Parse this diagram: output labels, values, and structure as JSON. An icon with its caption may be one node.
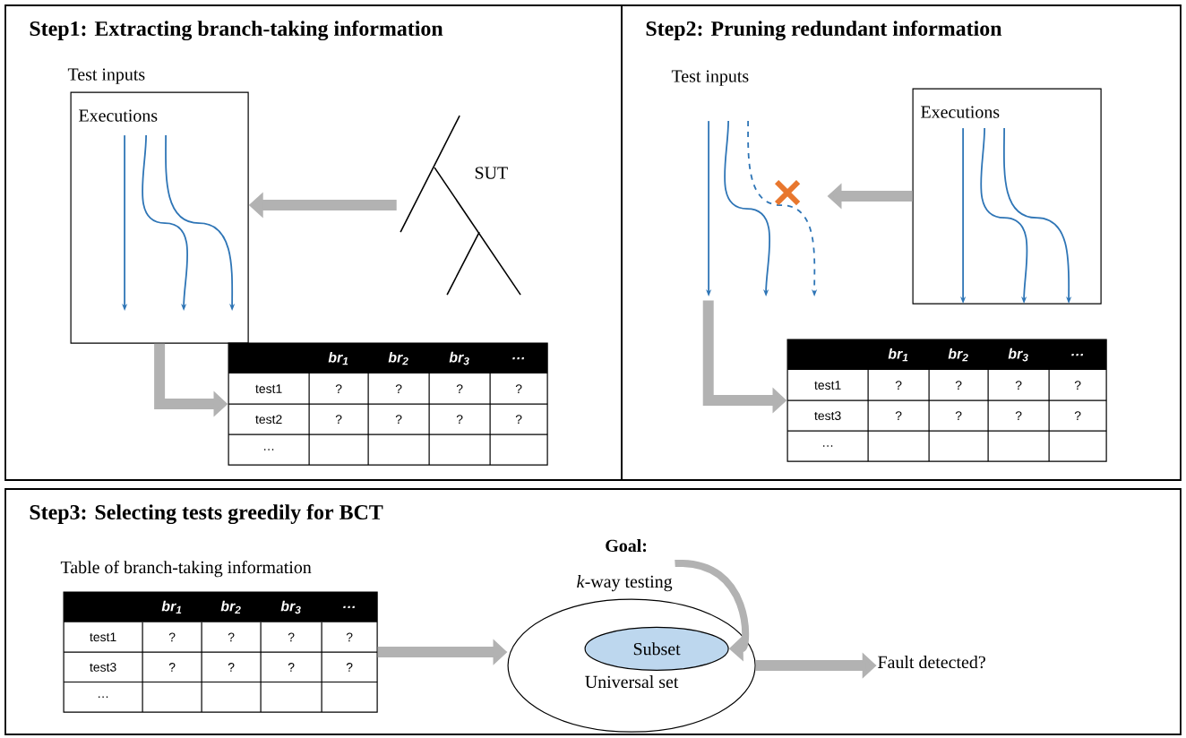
{
  "diagram": {
    "nodes": [
      {
        "text": [
          "Step1: Extracting branch-taking information"
        ]
      },
      {
        "text": [
          "Test inputs",
          "Executions"
        ],
        "in": 0
      },
      {
        "text": [
          "SUT"
        ],
        "in": 0
      },
      {
        "text": [
          "br$_{1}$",
          "br$_{2}$",
          "br$_{3}$",
          "…",
          "test1",
          "?",
          "?",
          "?",
          "?",
          "test2",
          "?",
          "?",
          "?",
          "?",
          "…"
        ],
        "in": 0
      },
      {
        "text": [
          "Step2: Pruning redundant information"
        ]
      },
      {
        "text": [
          "Executions"
        ],
        "in": 4
      },
      {
        "text": [
          "Test inputs"
        ],
        "in": 4
      },
      {
        "text": [
          "br$_{1}$",
          "br$_{2}$",
          "br$_{3}$",
          "…",
          "test1",
          "?",
          "?",
          "?",
          "?",
          "test3",
          "?",
          "?",
          "?",
          "?",
          "…"
        ],
        "in": 4
      },
      {
        "text": [
          "Step3: Selecting tests greedily for BCT"
        ]
      },
      {
        "text": [
          "Table of branch-taking information",
          "br$_{1}$",
          "br$_{2}$",
          "br$_{3}$",
          "…",
          "test1",
          "?",
          "?",
          "?",
          "?",
          "test3",
          "?",
          "?",
          "?",
          "?",
          "…"
        ],
        "in": 8
      },
      {
        "text": [
          "Universal set"
        ],
        "in": 8
      },
      {
        "text": [
          "Subset"
        ],
        "in": 10
      },
      {
        "text": [
          "Goal:",
          "*k*-way testing"
        ],
        "in": 8
      },
      {
        "text": [
          "Fault detected?"
        ],
        "in": 8
      }
    ],
    "edges": [
      {
        "from": 2,
        "to": 1,
        "arrow": "to"
      },
      {
        "from": 1,
        "to": 3,
        "arrow": "to"
      },
      {
        "from": 5,
        "to": 6,
        "arrow": "to"
      },
      {
        "from": 6,
        "to": 7,
        "arrow": "to"
      },
      {
        "from": 9,
        "to": 10,
        "arrow": "to"
      },
      {
        "from": 12,
        "to": 11,
        "arrow": "to"
      },
      {
        "from": 10,
        "to": 13,
        "arrow": "to"
      }
    ]
  }
}
